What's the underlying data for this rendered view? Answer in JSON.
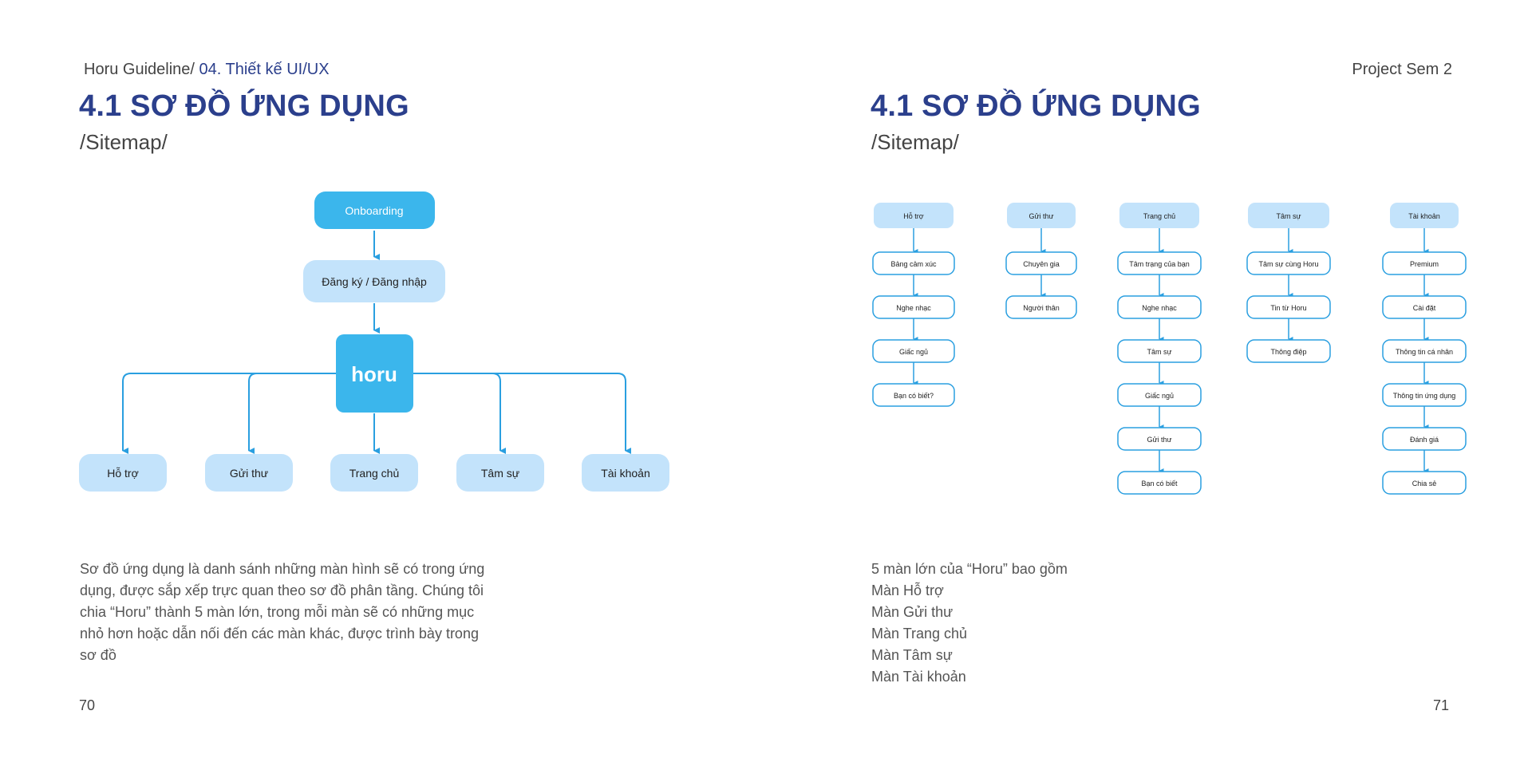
{
  "header": {
    "guideline": "Horu Guideline/",
    "section": " 04. Thiết kế UI/UX",
    "project": "Project Sem 2"
  },
  "left_page": {
    "title": "4.1 SƠ ĐỒ ỨNG DỤNG",
    "subtitle": "/Sitemap/",
    "diagram": {
      "onboarding": "Onboarding",
      "auth": "Đăng ký / Đăng nhập",
      "logo": "horu",
      "screens": [
        "Hỗ trợ",
        "Gửi thư",
        "Trang chủ",
        "Tâm sự",
        "Tài khoản"
      ]
    },
    "paragraph": [
      "Sơ đồ ứng dụng là danh sánh những màn hình sẽ có trong ứng",
      "dụng, được sắp xếp trực quan theo sơ đồ phân tầng. Chúng tôi",
      "chia “Horu” thành 5 màn lớn, trong mỗi màn sẽ có những mục",
      "nhỏ hơn hoặc dẫn nối đến các màn khác, được trình bày trong",
      "sơ đồ"
    ],
    "page_number": "70"
  },
  "right_page": {
    "title": "4.1 SƠ ĐỒ ỨNG DỤNG",
    "subtitle": "/Sitemap/",
    "columns": [
      {
        "header": "Hỗ trợ",
        "items": [
          "Bảng cảm xúc",
          "Nghe nhạc",
          "Giấc ngủ",
          "Bạn có biết?"
        ]
      },
      {
        "header": "Gửi thư",
        "items": [
          "Chuyên gia",
          "Người thân"
        ]
      },
      {
        "header": "Trang chủ",
        "items": [
          "Tâm trạng của bạn",
          "Nghe nhạc",
          "Tâm sự",
          "Giấc ngủ",
          "Gửi thư",
          "Bạn có biết"
        ]
      },
      {
        "header": "Tâm sự",
        "items": [
          "Tâm sự cùng Horu",
          "Tin từ Horu",
          "Thông điệp"
        ]
      },
      {
        "header": "Tài khoản",
        "items": [
          "Premium",
          "Cài đặt",
          "Thông tin cá nhân",
          "Thông tin ứng dụng",
          "Đánh giá",
          "Chia sẻ"
        ]
      }
    ],
    "summary": [
      "5 màn lớn của “Horu” bao gồm",
      "Màn Hỗ trợ",
      "Màn Gửi thư",
      "Màn Trang chủ",
      "Màn Tâm sự",
      "Màn Tài khoản"
    ],
    "page_number": "71"
  },
  "colors": {
    "title": "#2b3f8c",
    "primary_blue": "#3bb6ec",
    "light_blue": "#c3e3fb",
    "line": "#2a9fe0"
  }
}
